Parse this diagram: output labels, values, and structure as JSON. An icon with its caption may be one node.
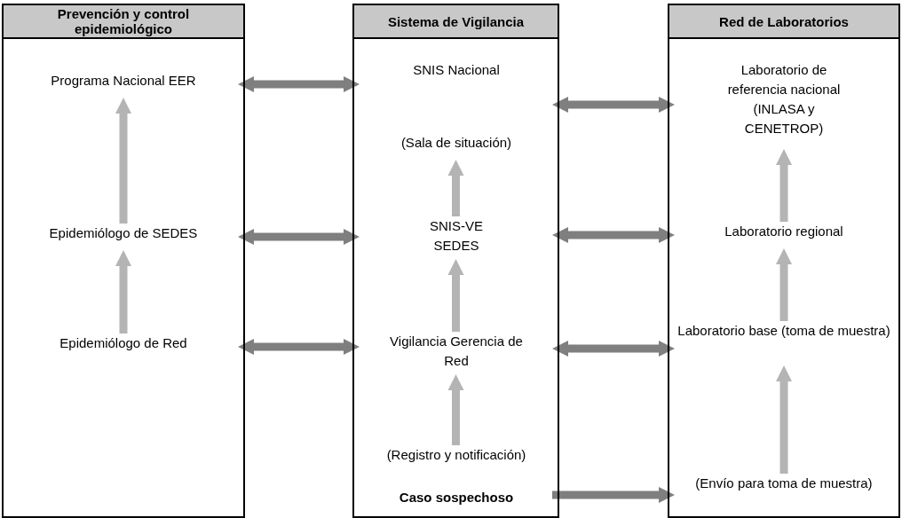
{
  "diagram": {
    "nodes": [
      {
        "text": [
          "Prevención y control epidemiológico"
        ]
      },
      {
        "text": [
          "Programa Nacional EER"
        ],
        "in": 0
      },
      {
        "text": [
          "Epidemiólogo de SEDES"
        ],
        "in": 0
      },
      {
        "text": [
          "Epidemiólogo de Red"
        ],
        "in": 0
      },
      {
        "text": [
          "Sistema de Vigilancia"
        ]
      },
      {
        "text": [
          "SNIS Nacional",
          "(Sala de situación)"
        ],
        "in": 4
      },
      {
        "text": [
          "SNIS-VE SEDES"
        ],
        "in": 4
      },
      {
        "text": [
          "Vigilancia Gerencia de Red"
        ],
        "in": 4
      },
      {
        "text": [
          "(Registro y notificación)",
          "Caso sospechoso"
        ],
        "in": 4
      },
      {
        "text": [
          "Red de Laboratorios"
        ]
      },
      {
        "text": [
          "Laboratorio de referencia nacional (INLASA y CENETROP)"
        ],
        "in": 9
      },
      {
        "text": [
          "Laboratorio regional"
        ],
        "in": 9
      },
      {
        "text": [
          "Laboratorio base (toma de muestra)"
        ],
        "in": 9
      },
      {
        "text": [
          "(Envío para toma de muestra)"
        ],
        "in": 9
      }
    ],
    "edges": [
      {
        "from": 2,
        "to": 1,
        "arrow": "to"
      },
      {
        "from": 3,
        "to": 2,
        "arrow": "to"
      },
      {
        "from": 6,
        "to": 5,
        "arrow": "to"
      },
      {
        "from": 7,
        "to": 6,
        "arrow": "to"
      },
      {
        "from": 8,
        "to": 7,
        "arrow": "to"
      },
      {
        "from": 11,
        "to": 10,
        "arrow": "to"
      },
      {
        "from": 12,
        "to": 11,
        "arrow": "to"
      },
      {
        "from": 13,
        "to": 12,
        "arrow": "to"
      },
      {
        "from": 1,
        "to": 5,
        "arrow": "both",
        "color": "#7f7f7f"
      },
      {
        "from": 2,
        "to": 6,
        "arrow": "both",
        "color": "#7f7f7f"
      },
      {
        "from": 3,
        "to": 7,
        "arrow": "both",
        "color": "#7f7f7f"
      },
      {
        "from": 5,
        "to": 10,
        "arrow": "both",
        "color": "#7f7f7f"
      },
      {
        "from": 6,
        "to": 11,
        "arrow": "both",
        "color": "#7f7f7f"
      },
      {
        "from": 7,
        "to": 12,
        "arrow": "both",
        "color": "#7f7f7f"
      },
      {
        "from": 8,
        "to": 13,
        "arrow": "to",
        "color": "#7f7f7f"
      }
    ]
  }
}
